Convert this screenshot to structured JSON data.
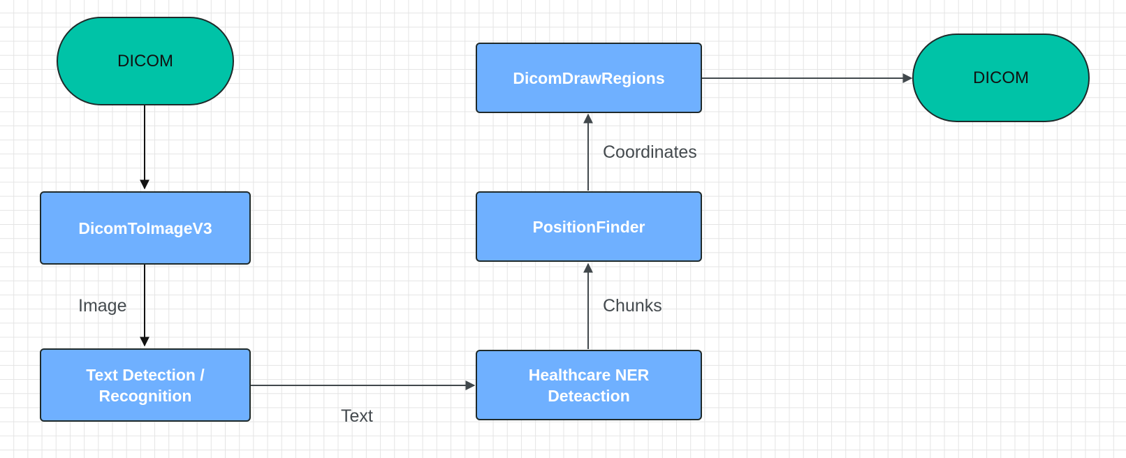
{
  "colors": {
    "terminal_fill": "#00c3a7",
    "process_fill": "#6fb0ff",
    "border": "#1f2a2a",
    "edge": "#41484c",
    "grid": "#e4e4e4"
  },
  "nodes": {
    "dicom_input": {
      "label": "DICOM",
      "shape": "terminal"
    },
    "dicom_to_image": {
      "label": "DicomToImageV3",
      "shape": "process"
    },
    "text_detection": {
      "label": "Text Detection /\nRecognition",
      "shape": "process"
    },
    "ner_detection": {
      "label": "Healthcare NER\nDeteaction",
      "shape": "process"
    },
    "position_finder": {
      "label": "PositionFinder",
      "shape": "process"
    },
    "draw_regions": {
      "label": "DicomDrawRegions",
      "shape": "process"
    },
    "dicom_output": {
      "label": "DICOM",
      "shape": "terminal"
    }
  },
  "edges": [
    {
      "from": "dicom_input",
      "to": "dicom_to_image",
      "label": ""
    },
    {
      "from": "dicom_to_image",
      "to": "text_detection",
      "label": "Image"
    },
    {
      "from": "text_detection",
      "to": "ner_detection",
      "label": "Text"
    },
    {
      "from": "ner_detection",
      "to": "position_finder",
      "label": "Chunks"
    },
    {
      "from": "position_finder",
      "to": "draw_regions",
      "label": "Coordinates"
    },
    {
      "from": "draw_regions",
      "to": "dicom_output",
      "label": ""
    }
  ]
}
